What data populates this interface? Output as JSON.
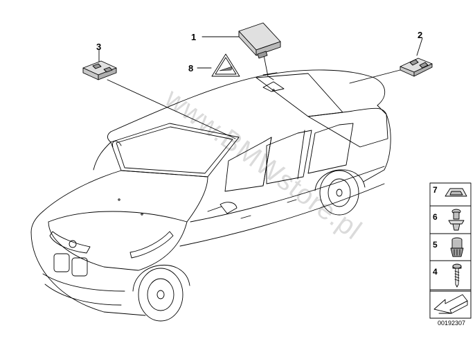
{
  "callouts": {
    "c1": "1",
    "c2": "2",
    "c3": "3",
    "c8": "8"
  },
  "legend": {
    "items": [
      {
        "number": "7",
        "icon": "clip-icon"
      },
      {
        "number": "6",
        "icon": "expanding-rivet-icon"
      },
      {
        "number": "5",
        "icon": "grommet-nut-icon"
      },
      {
        "number": "4",
        "icon": "screw-icon"
      }
    ],
    "arrow_icon": "arrow-icon"
  },
  "diagram_id": "00192307",
  "watermark": "www.BMWstore.pl",
  "colors": {
    "line": "#000000",
    "part_fill": "#d9d9d9",
    "watermark": "#dcdcdc"
  }
}
